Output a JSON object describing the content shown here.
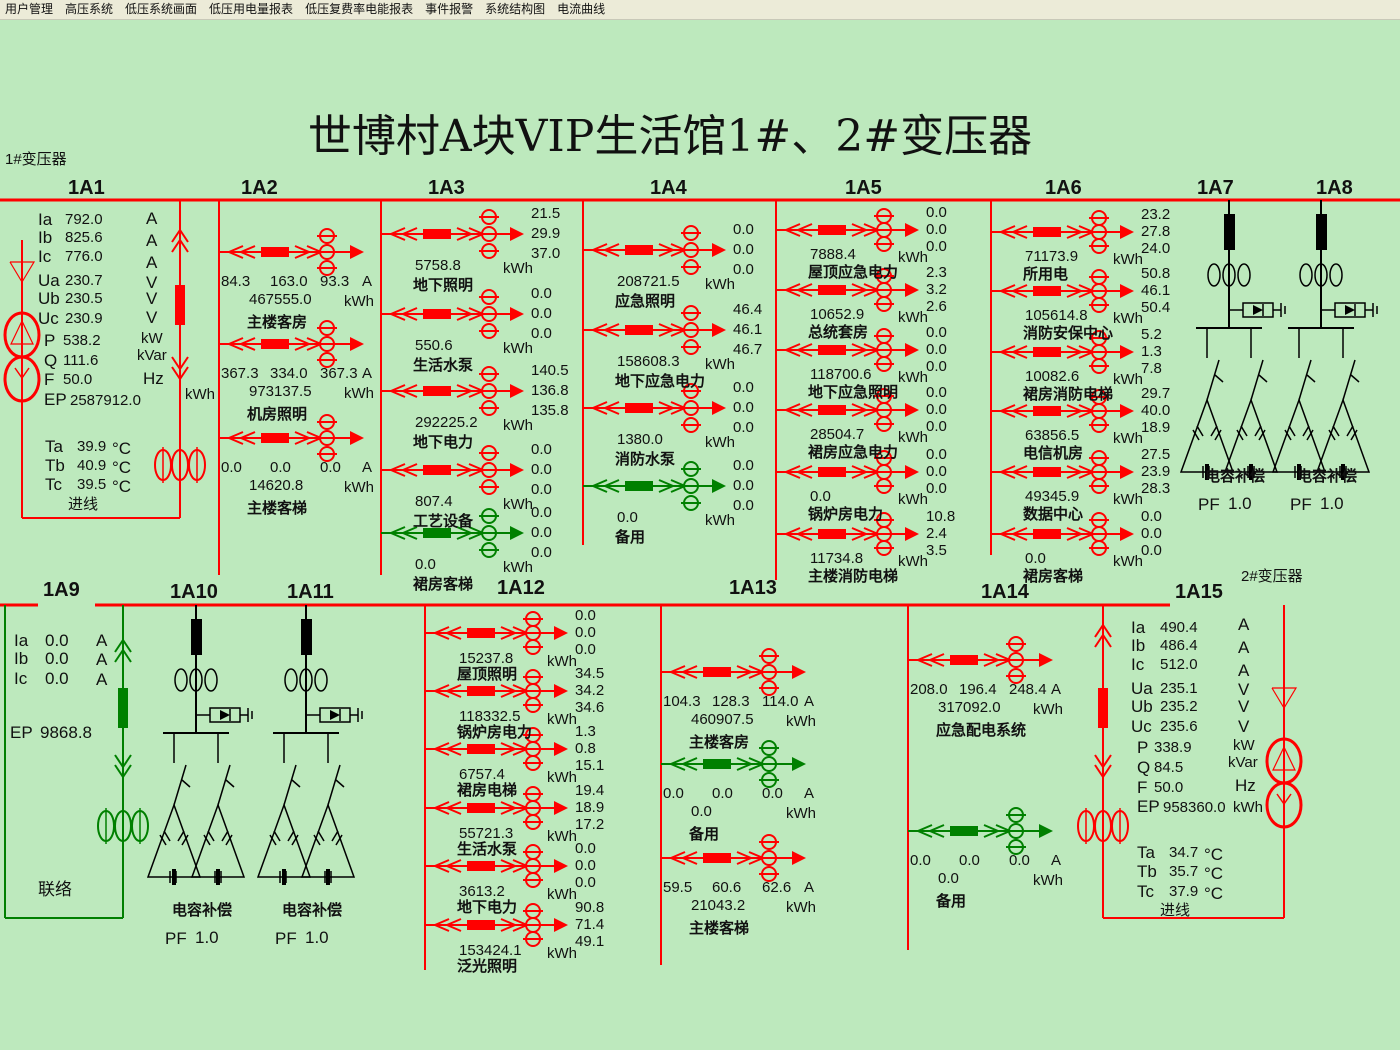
{
  "menu": [
    "用户管理",
    "高压系统",
    "低压系统画面",
    "低压用电量报表",
    "低压复费率电能报表",
    "事件报警",
    "系统结构图",
    "电流曲线"
  ],
  "title": "世博村A块VIP生活馆1#、2#变压器",
  "units": {
    "a": "A",
    "v": "V",
    "kw": "kW",
    "kvar": "kVar",
    "hz": "Hz",
    "kwh": "kWh",
    "degc": "°C"
  },
  "colors": {
    "energized": "#ff0000",
    "off": "#008000",
    "background": "#bde9bd",
    "device": "#000000"
  },
  "transformer1": {
    "name": "1#变压器",
    "bus_label": "1A1",
    "incoming": "进线",
    "labels": {
      "ia": "Ia",
      "ib": "Ib",
      "ic": "Ic",
      "ua": "Ua",
      "ub": "Ub",
      "uc": "Uc",
      "p": "P",
      "q": "Q",
      "f": "F",
      "ep": "EP",
      "ta": "Ta",
      "tb": "Tb",
      "tc": "Tc"
    },
    "ia": "792.0",
    "ib": "825.6",
    "ic": "776.0",
    "ua": "230.7",
    "ub": "230.5",
    "uc": "230.9",
    "p": "538.2",
    "q": "111.6",
    "f": "50.0",
    "ep": "2587912.0",
    "ta": "39.9",
    "tb": "40.9",
    "tc": "39.5"
  },
  "transformer2": {
    "name": "2#变压器",
    "bus_label": "1A15",
    "incoming": "进线",
    "labels": {
      "ia": "Ia",
      "ib": "Ib",
      "ic": "Ic",
      "ua": "Ua",
      "ub": "Ub",
      "uc": "Uc",
      "p": "P",
      "q": "Q",
      "f": "F",
      "ep": "EP",
      "ta": "Ta",
      "tb": "Tb",
      "tc": "Tc"
    },
    "ia": "490.4",
    "ib": "486.4",
    "ic": "512.0",
    "ua": "235.1",
    "ub": "235.2",
    "uc": "235.6",
    "p": "338.9",
    "q": "84.5",
    "f": "50.0",
    "ep": "958360.0",
    "ta": "34.7",
    "tb": "35.7",
    "tc": "37.9"
  },
  "tie": {
    "bus_label": "1A9",
    "name": "联络",
    "labels": {
      "ia": "Ia",
      "ib": "Ib",
      "ic": "Ic",
      "ep": "EP"
    },
    "ia": "0.0",
    "ib": "0.0",
    "ic": "0.0",
    "ep": "9868.8"
  },
  "capacitors": {
    "1A7": {
      "label": "1A7",
      "name": "电容补偿",
      "pf_label": "PF",
      "pf": "1.0"
    },
    "1A8": {
      "label": "1A8",
      "name": "电容补偿",
      "pf_label": "PF",
      "pf": "1.0"
    },
    "1A10": {
      "label": "1A10",
      "name": "电容补偿",
      "pf_label": "PF",
      "pf": "1.0"
    },
    "1A11": {
      "label": "1A11",
      "name": "电容补偿",
      "pf_label": "PF",
      "pf": "1.0"
    }
  },
  "cabinets": {
    "1A2": {
      "label": "1A2",
      "feeders": [
        {
          "name": "主楼客房",
          "currents": [
            "84.3",
            "163.0",
            "93.3"
          ],
          "energy": "467555.0",
          "state": "on"
        },
        {
          "name": "机房照明",
          "currents": [
            "367.3",
            "334.0",
            "367.3"
          ],
          "energy": "973137.5",
          "state": "on"
        },
        {
          "name": "主楼客梯",
          "currents": [
            "0.0",
            "0.0",
            "0.0"
          ],
          "energy": "14620.8",
          "state": "on"
        }
      ]
    },
    "1A3": {
      "label": "1A3",
      "feeders": [
        {
          "name": "地下照明",
          "currents": [
            "21.5",
            "29.9",
            "37.0"
          ],
          "energy": "5758.8",
          "state": "on"
        },
        {
          "name": "生活水泵",
          "currents": [
            "0.0",
            "0.0",
            "0.0"
          ],
          "energy": "550.6",
          "state": "on"
        },
        {
          "name": "地下电力",
          "currents": [
            "140.5",
            "136.8",
            "135.8"
          ],
          "energy": "292225.2",
          "state": "on"
        },
        {
          "name": "工艺设备",
          "currents": [
            "0.0",
            "0.0",
            "0.0"
          ],
          "energy": "807.4",
          "state": "on"
        },
        {
          "name": "裙房客梯",
          "currents": [
            "0.0",
            "0.0",
            "0.0"
          ],
          "energy": "0.0",
          "state": "off"
        }
      ]
    },
    "1A4": {
      "label": "1A4",
      "feeders": [
        {
          "name": "应急照明",
          "currents": [
            "0.0",
            "0.0",
            "0.0"
          ],
          "energy": "208721.5",
          "state": "on"
        },
        {
          "name": "地下应急电力",
          "currents": [
            "46.4",
            "46.1",
            "46.7"
          ],
          "energy": "158608.3",
          "state": "on"
        },
        {
          "name": "消防水泵",
          "currents": [
            "0.0",
            "0.0",
            "0.0"
          ],
          "energy": "1380.0",
          "state": "on"
        },
        {
          "name": "备用",
          "currents": [
            "0.0",
            "0.0",
            "0.0"
          ],
          "energy": "0.0",
          "state": "off"
        }
      ]
    },
    "1A5": {
      "label": "1A5",
      "feeders": [
        {
          "name": "屋顶应急电力",
          "currents": [
            "0.0",
            "0.0",
            "0.0"
          ],
          "energy": "7888.4",
          "state": "on"
        },
        {
          "name": "总统套房",
          "currents": [
            "2.3",
            "3.2",
            "2.6"
          ],
          "energy": "10652.9",
          "state": "on"
        },
        {
          "name": "地下应急照明",
          "currents": [
            "0.0",
            "0.0",
            "0.0"
          ],
          "energy": "118700.6",
          "state": "on"
        },
        {
          "name": "裙房应急电力",
          "currents": [
            "0.0",
            "0.0",
            "0.0"
          ],
          "energy": "28504.7",
          "state": "on"
        },
        {
          "name": "锅炉房电力",
          "currents": [
            "0.0",
            "0.0",
            "0.0"
          ],
          "energy": "0.0",
          "state": "on"
        },
        {
          "name": "主楼消防电梯",
          "currents": [
            "10.8",
            "2.4",
            "3.5"
          ],
          "energy": "11734.8",
          "state": "on"
        }
      ]
    },
    "1A6": {
      "label": "1A6",
      "feeders": [
        {
          "name": "所用电",
          "currents": [
            "23.2",
            "27.8",
            "24.0"
          ],
          "energy": "71173.9",
          "state": "on"
        },
        {
          "name": "消防安保中心",
          "currents": [
            "50.8",
            "46.1",
            "50.4"
          ],
          "energy": "105614.8",
          "state": "on"
        },
        {
          "name": "裙房消防电梯",
          "currents": [
            "5.2",
            "1.3",
            "7.8"
          ],
          "energy": "10082.6",
          "state": "on"
        },
        {
          "name": "电信机房",
          "currents": [
            "29.7",
            "40.0",
            "18.9"
          ],
          "energy": "63856.5",
          "state": "on"
        },
        {
          "name": "数据中心",
          "currents": [
            "27.5",
            "23.9",
            "28.3"
          ],
          "energy": "49345.9",
          "state": "on"
        },
        {
          "name": "裙房客梯",
          "currents": [
            "0.0",
            "0.0",
            "0.0"
          ],
          "energy": "0.0",
          "state": "on"
        }
      ]
    },
    "1A12": {
      "label": "1A12",
      "feeders": [
        {
          "name": "屋顶照明",
          "currents": [
            "0.0",
            "0.0",
            "0.0"
          ],
          "energy": "15237.8",
          "state": "on"
        },
        {
          "name": "锅炉房电力",
          "currents": [
            "34.5",
            "34.2",
            "34.6"
          ],
          "energy": "118332.5",
          "state": "on"
        },
        {
          "name": "裙房电梯",
          "currents": [
            "1.3",
            "0.8",
            "15.1"
          ],
          "energy": "6757.4",
          "state": "on"
        },
        {
          "name": "生活水泵",
          "currents": [
            "19.4",
            "18.9",
            "17.2"
          ],
          "energy": "55721.3",
          "state": "on"
        },
        {
          "name": "地下电力",
          "currents": [
            "0.0",
            "0.0",
            "0.0"
          ],
          "energy": "3613.2",
          "state": "on"
        },
        {
          "name": "泛光照明",
          "currents": [
            "90.8",
            "71.4",
            "49.1"
          ],
          "energy": "153424.1",
          "state": "on"
        }
      ]
    },
    "1A13": {
      "label": "1A13",
      "feeders": [
        {
          "name": "主楼客房",
          "currents": [
            "104.3",
            "128.3",
            "114.0"
          ],
          "energy": "460907.5",
          "state": "on"
        },
        {
          "name": "备用",
          "currents": [
            "0.0",
            "0.0",
            "0.0"
          ],
          "energy": "0.0",
          "state": "off"
        },
        {
          "name": "主楼客梯",
          "currents": [
            "59.5",
            "60.6",
            "62.6"
          ],
          "energy": "21043.2",
          "state": "on"
        }
      ]
    },
    "1A14": {
      "label": "1A14",
      "feeders": [
        {
          "name": "应急配电系统",
          "currents": [
            "208.0",
            "196.4",
            "248.4"
          ],
          "energy": "317092.0",
          "state": "on"
        },
        {
          "name": "备用",
          "currents": [
            "0.0",
            "0.0",
            "0.0"
          ],
          "energy": "0.0",
          "state": "off"
        }
      ]
    }
  }
}
